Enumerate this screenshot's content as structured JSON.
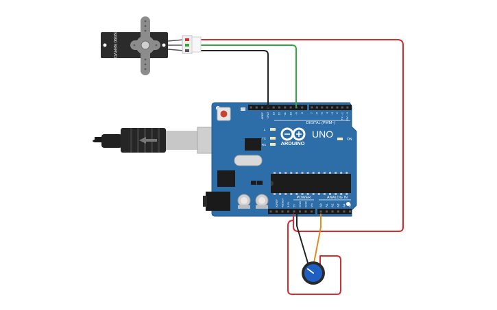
{
  "board": {
    "brand": "ARDUINO",
    "model": "UNO",
    "digital_label": "DIGITAL (PWM~)",
    "power_label": "POWER",
    "analog_label": "ANALOG IN",
    "on_label": "ON",
    "led_l": "L",
    "led_tx": "TX",
    "led_rx": "RX",
    "digital_pins": [
      "AREF",
      "GND",
      "13",
      "12",
      "~11",
      "~10",
      "~9",
      "8",
      "7",
      "~6",
      "~5",
      "4",
      "~3",
      "2",
      "TX→1",
      "RX←0"
    ],
    "power_pins": [
      "IOREF",
      "RESET",
      "3.3V",
      "5V",
      "GND",
      "GND",
      "Vin"
    ],
    "analog_pins": [
      "A0",
      "A1",
      "A2",
      "A3",
      "A4",
      "A5"
    ]
  },
  "servo": {
    "model": "SG90 SERVO"
  },
  "colors": {
    "board": "#2d6da8",
    "wire_red": "#d62c2c",
    "wire_green": "#2faa3a",
    "wire_black": "#222222",
    "wire_orange": "#e38a1c",
    "pot_knob": "#1f5fc4"
  }
}
